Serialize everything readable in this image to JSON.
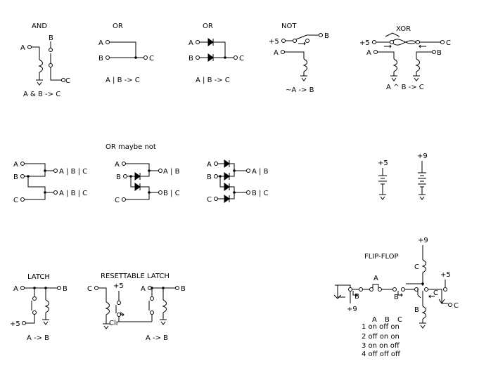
{
  "colors": {
    "background": "#ffffff",
    "ink": "#000000"
  },
  "headings": {
    "and": "AND",
    "or_relay": "OR",
    "or_diode": "OR",
    "not": "NOT",
    "xor": "XOR",
    "or_maybe_not": "OR maybe not",
    "latch": "LATCH",
    "resettable_latch": "RESETTABLE LATCH",
    "flip_flop": "FLIP-FLOP"
  },
  "formulas": {
    "and": "A & B -> C",
    "or_relay": "A | B -> C",
    "or_diode": "A | B -> C",
    "not": "~A -> B",
    "xor": "A ^ B -> C",
    "latch": "A -> B",
    "resettable_latch": "A -> B"
  },
  "labels": {
    "A": "A",
    "B": "B",
    "C": "C",
    "plus5": "+5",
    "plus9": "+9",
    "clr": "Clr",
    "a_or_b": "A | B",
    "a_or_b_or_c": "A | B | C",
    "b_or_c": "B | C"
  },
  "truth_table": {
    "headers": [
      "A",
      "B",
      "C"
    ],
    "rows": [
      "1 on off on",
      "2 off on on",
      "3 on on off",
      "4 off off off"
    ]
  }
}
